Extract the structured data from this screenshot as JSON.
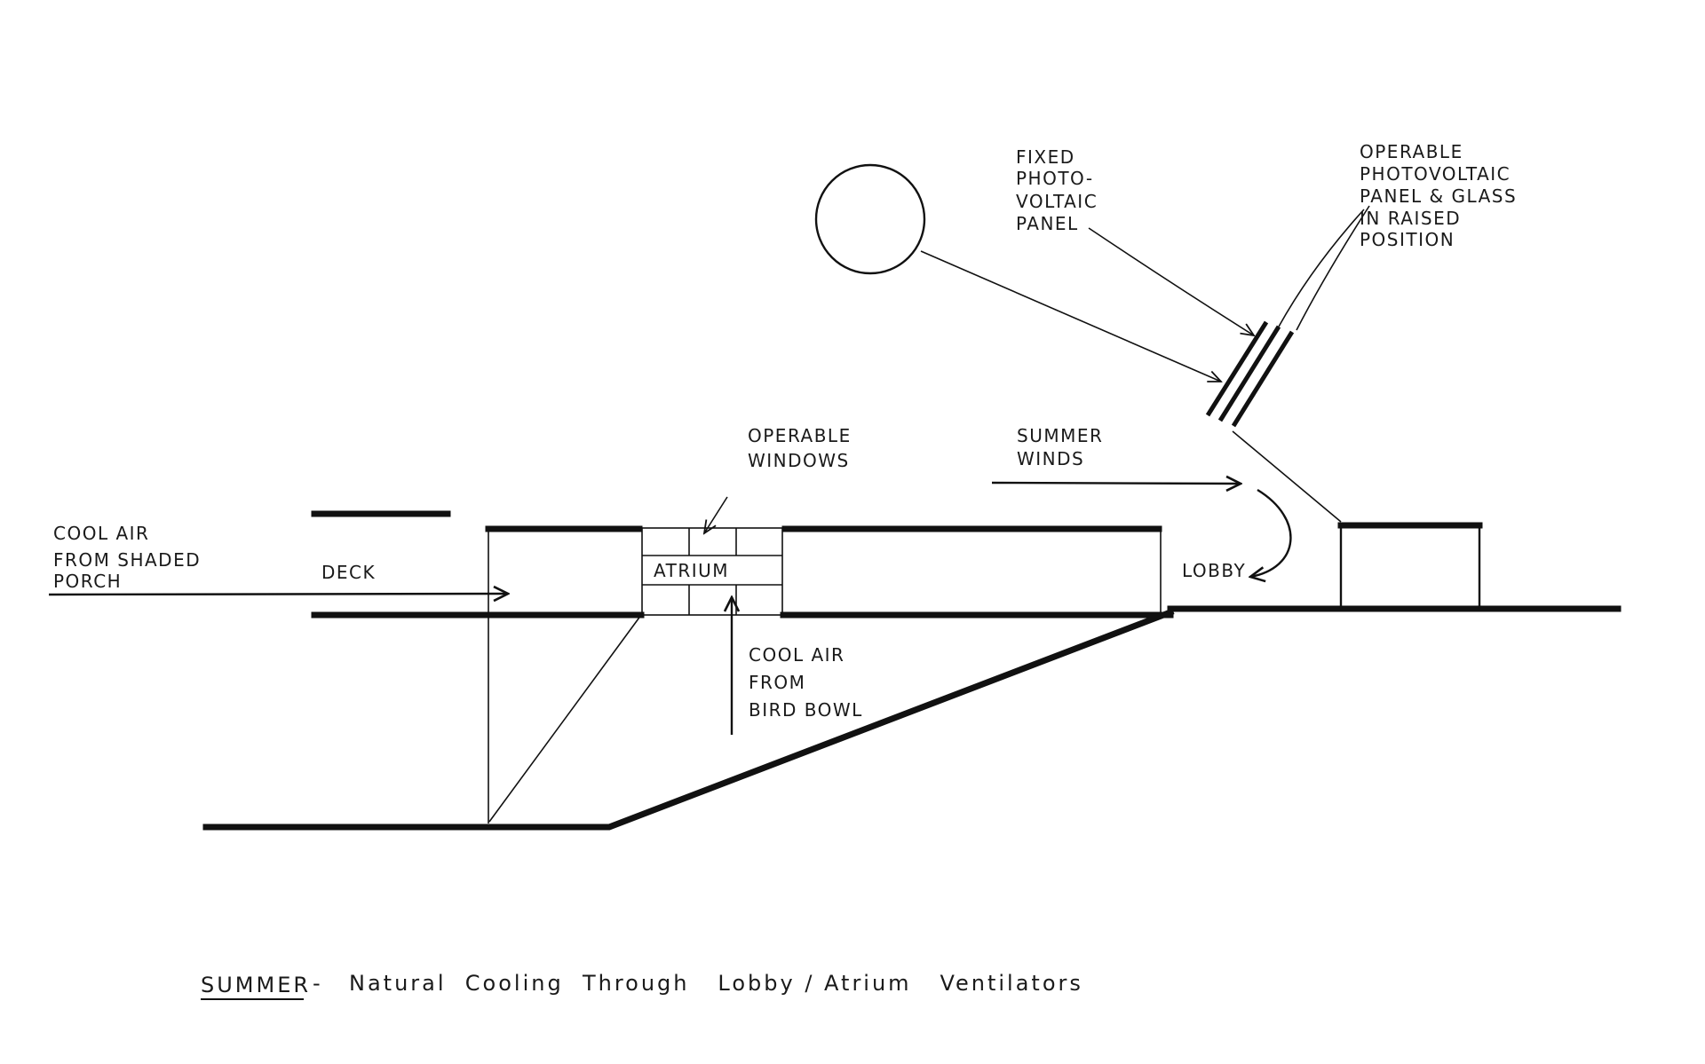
{
  "labels": {
    "cool_air_porch": [
      "COOL AIR",
      "FROM SHADED",
      "PORCH"
    ],
    "deck": "DECK",
    "operable_windows": [
      "OPERABLE",
      "WINDOWS"
    ],
    "atrium": "ATRIUM",
    "cool_air_bird_bowl": [
      "COOL AIR",
      "FROM",
      "BIRD BOWL"
    ],
    "summer_winds": [
      "SUMMER",
      "WINDS"
    ],
    "lobby": "LOBBY",
    "fixed_pv_panel": [
      "FIXED",
      "PHOTO-",
      "VOLTAIC",
      "PANEL"
    ],
    "operable_pv_panel": [
      "OPERABLE",
      "PHOTOVOLTAIC",
      "PANEL & GLASS",
      "IN RAISED",
      "POSITION"
    ]
  },
  "caption": {
    "season": "SUMMER",
    "separator": "-",
    "description": "Natural  Cooling  Through   Lobby / Atrium   Ventilators"
  },
  "icons": {
    "sun": "sun-icon",
    "arrow": "arrow-icon",
    "curved_arrow": "curved-arrow-icon"
  }
}
